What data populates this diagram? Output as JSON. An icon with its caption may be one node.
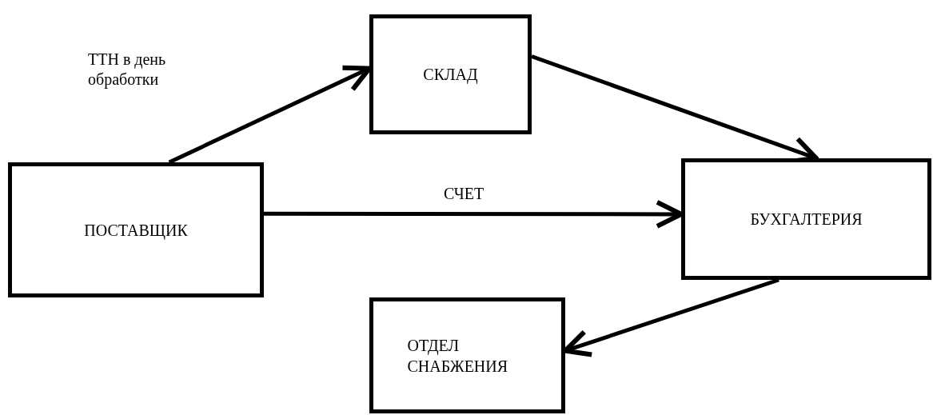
{
  "diagram": {
    "nodes": [
      {
        "text": [
          "ПОСТАВЩИК"
        ]
      },
      {
        "text": [
          "СКЛАД"
        ]
      },
      {
        "text": [
          "БУХГАЛТЕРИЯ"
        ]
      },
      {
        "text": [
          "ОТДЕЛ СНАБЖЕНИЯ"
        ]
      }
    ],
    "edges": [
      {
        "from": 0,
        "to": 1,
        "arrow": "to",
        "label": "ТТН в день обработки"
      },
      {
        "from": 1,
        "to": 2,
        "arrow": "to"
      },
      {
        "from": 0,
        "to": 2,
        "arrow": "to",
        "label": "СЧЕТ"
      },
      {
        "from": 2,
        "to": 3,
        "arrow": "to"
      }
    ]
  }
}
